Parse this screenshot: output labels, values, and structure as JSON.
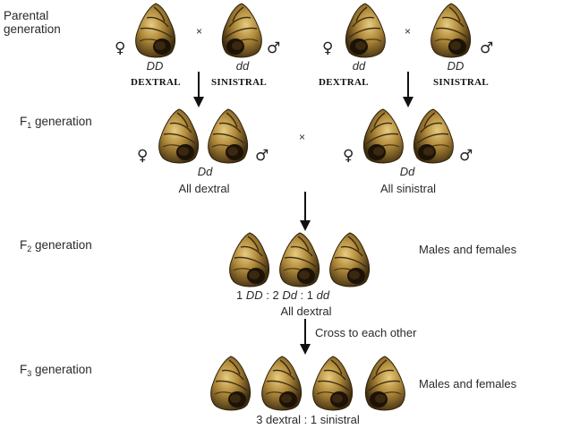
{
  "generations": {
    "parental": "Parental\ngeneration",
    "f1_prefix": "F",
    "f1_sub": "1",
    "f1_suffix": " generation",
    "f2_prefix": "F",
    "f2_sub": "2",
    "f2_suffix": " generation",
    "f3_prefix": "F",
    "f3_sub": "3",
    "f3_suffix": " generation"
  },
  "symbols": {
    "female": "♀",
    "male": "♂",
    "cross": "×"
  },
  "parental": {
    "left_female_genotype": "DD",
    "left_male_genotype": "dd",
    "right_female_genotype": "dd",
    "right_male_genotype": "DD",
    "label_dextral_1": "DEXTRAL",
    "label_sinistral_1": "SINISTRAL",
    "label_dextral_2": "DEXTRAL",
    "label_sinistral_2": "SINISTRAL"
  },
  "f1": {
    "left_genotype": "Dd",
    "left_phenotype": "All dextral",
    "right_genotype": "Dd",
    "right_phenotype": "All sinistral"
  },
  "f2": {
    "ratio_1": "1 ",
    "g1": "DD",
    "ratio_2": " : 2 ",
    "g2": "Dd",
    "ratio_3": " : 1 ",
    "g3": "dd",
    "phenotype": "All dextral",
    "sexes": "Males and females",
    "cross_note": "Cross to each other"
  },
  "f3": {
    "ratio": "3 dextral : 1 sinistral",
    "sexes": "Males and females"
  },
  "colors": {
    "shell_dark": "#3a2a12",
    "shell_mid": "#8a6a2a",
    "shell_light": "#d8b868"
  }
}
